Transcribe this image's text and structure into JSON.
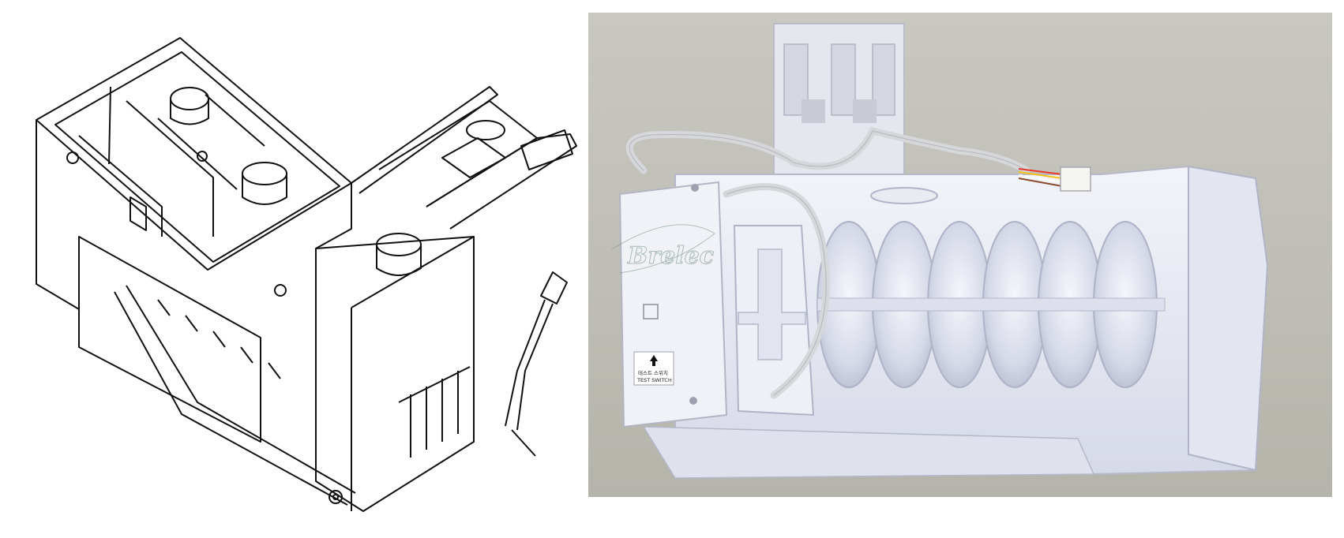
{
  "left_panel": {
    "icon": "ice-maker-line-drawing"
  },
  "right_panel": {
    "icon": "ice-maker-photo",
    "watermark": "Brelec",
    "control_box_label_korean": "테스트 스위치",
    "control_box_label": "TEST SWITCH"
  },
  "colors": {
    "background": "#ffffff",
    "photo_background": "#c4c3bb",
    "plastic": "#e9ebf3",
    "plastic_shadow": "#b9bdcf",
    "line": "#111111",
    "watermark": "#6f8e7a"
  }
}
